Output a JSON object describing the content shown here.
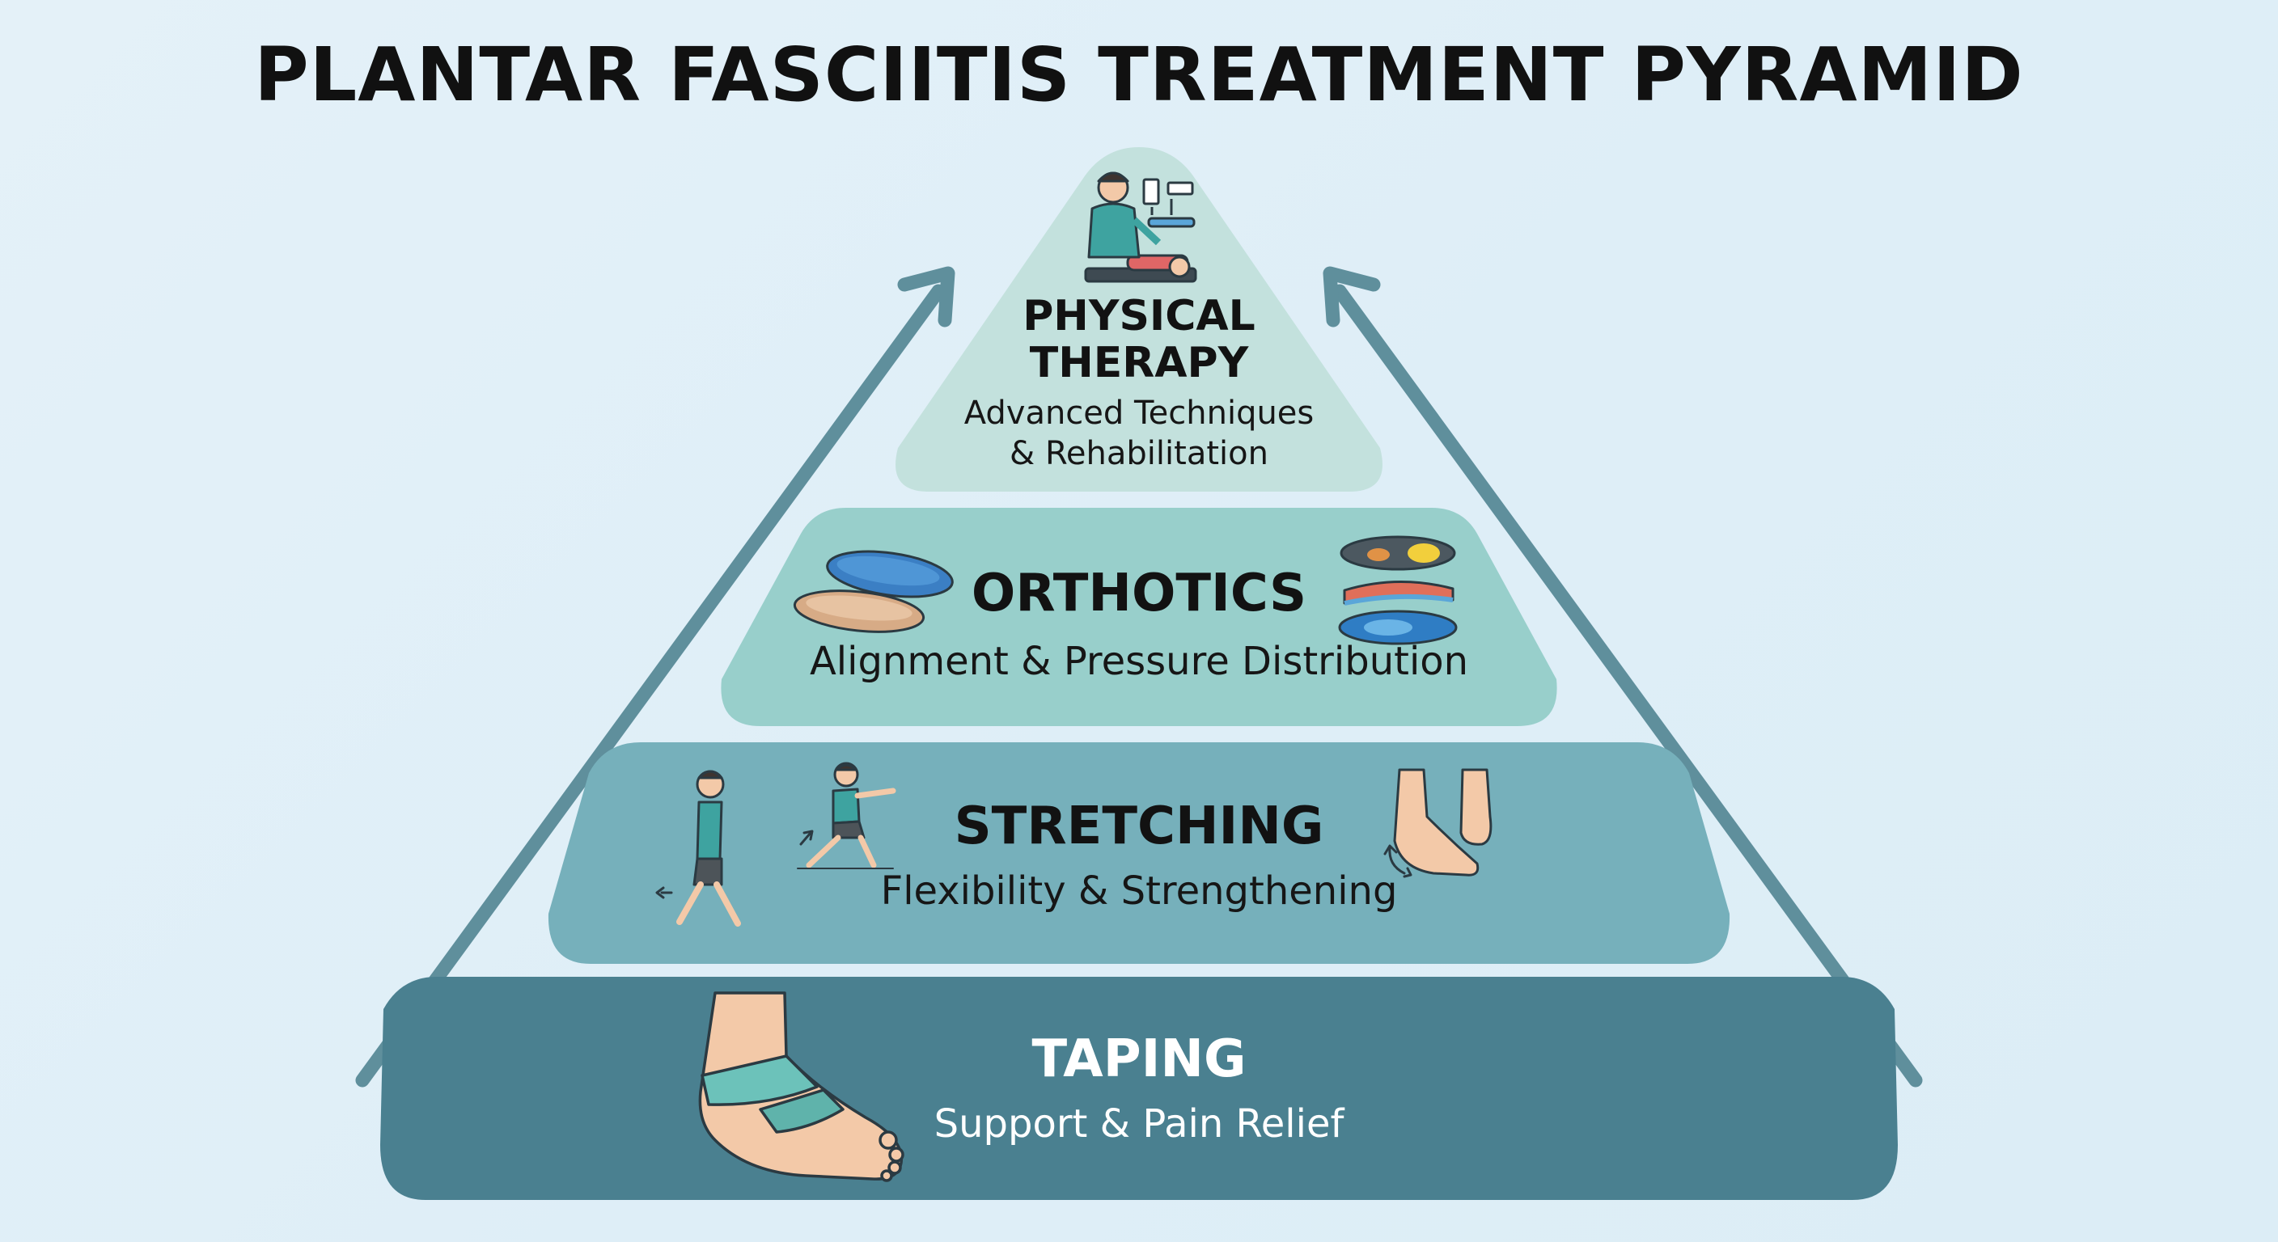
{
  "title": "PLANTAR FASCIITIS TREATMENT PYRAMID",
  "tiers": [
    {
      "level": 4,
      "title_line1": "PHYSICAL",
      "title_line2": "THERAPY",
      "subtitle_line1": "Advanced Techniques",
      "subtitle_line2": "& Rehabilitation",
      "color": "#c3e1dd",
      "icons": [
        "therapist-treating-patient-icon"
      ]
    },
    {
      "level": 3,
      "title": "ORTHOTICS",
      "subtitle": "Alignment & Pressure Distribution",
      "color": "#98cfcb",
      "icons": [
        "insoles-icon",
        "orthotic-inserts-icon"
      ]
    },
    {
      "level": 2,
      "title": "STRETCHING",
      "subtitle": "Flexibility & Strengthening",
      "color": "#76b0bb",
      "icons": [
        "walking-person-icon",
        "lunge-stretch-icon",
        "foot-flex-icon"
      ]
    },
    {
      "level": 1,
      "title": "TAPING",
      "subtitle": "Support & Pain Relief",
      "color": "#4a8090",
      "icons": [
        "taped-foot-icon"
      ]
    }
  ],
  "colors": {
    "background": "#e0eff7",
    "arrow": "#5f8f9c",
    "title_text": "#111111"
  }
}
